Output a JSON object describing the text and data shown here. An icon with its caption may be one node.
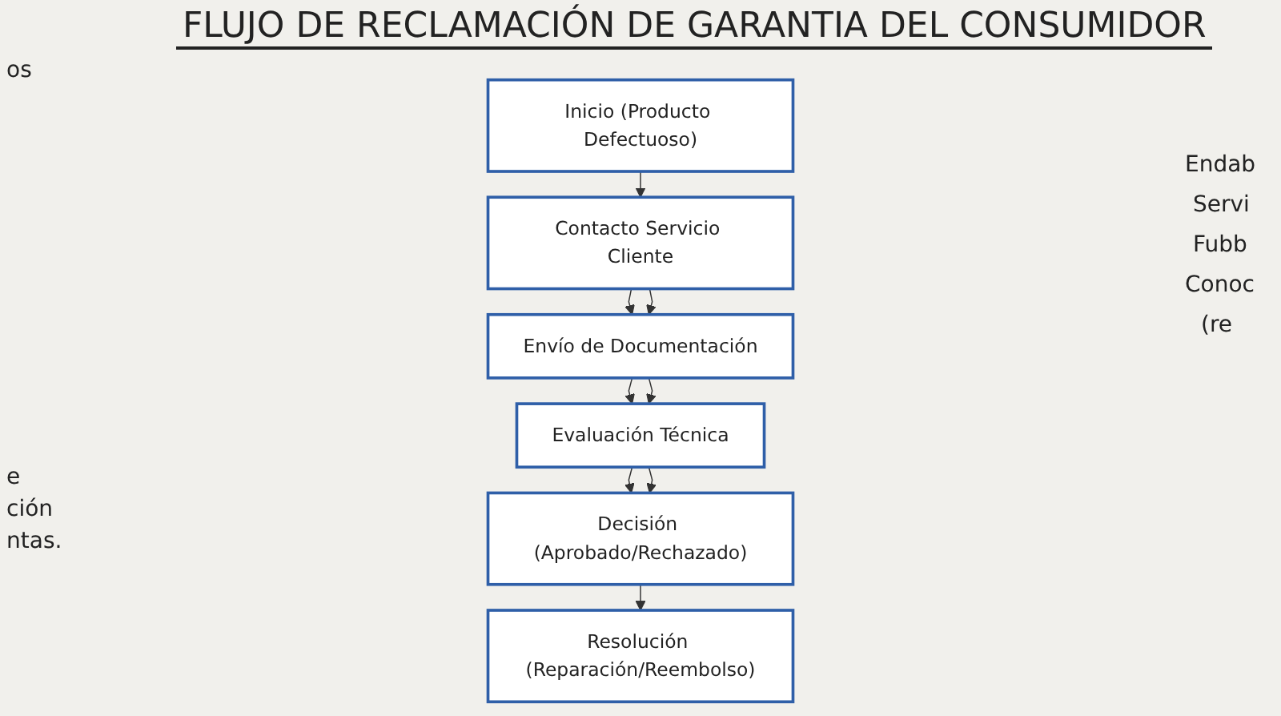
{
  "diagram": {
    "title": "FLUJO DE RECLAMACIÓN DE GARANTIA DEL CONSUMIDOR",
    "nodes": [
      {
        "text": [
          "Inicio (Producto Defectuoso)"
        ]
      },
      {
        "text": [
          "Contacto Servicio Cliente"
        ]
      },
      {
        "text": [
          "Envío de Documentación"
        ]
      },
      {
        "text": [
          "Evaluación Técnica"
        ]
      },
      {
        "text": [
          "Decisión (Aprobado/Rechazado)"
        ]
      },
      {
        "text": [
          "Resolución (Reparación/Reembolso)"
        ]
      }
    ],
    "edges": [
      {
        "from": 0,
        "to": 1,
        "arrow": "to"
      },
      {
        "from": 1,
        "to": 2,
        "arrow": "to"
      },
      {
        "from": 1,
        "to": 2,
        "arrow": "to"
      },
      {
        "from": 2,
        "to": 3,
        "arrow": "to"
      },
      {
        "from": 2,
        "to": 3,
        "arrow": "to"
      },
      {
        "from": 3,
        "to": 4,
        "arrow": "to"
      },
      {
        "from": 3,
        "to": 4,
        "arrow": "to"
      },
      {
        "from": 4,
        "to": 5,
        "arrow": "to"
      }
    ],
    "labels": [
      "os",
      "e",
      "ción",
      "ntas.",
      "Endab",
      "Servi",
      "Fubb",
      "Conoc",
      "(re"
    ]
  }
}
